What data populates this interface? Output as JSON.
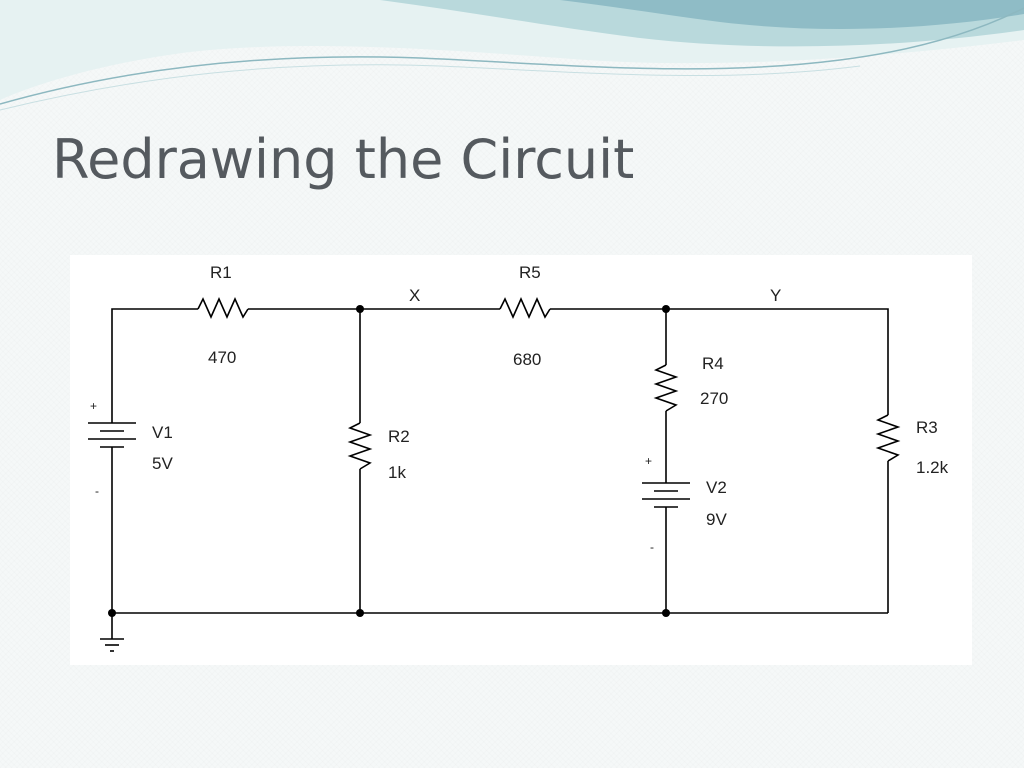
{
  "slide": {
    "title": "Redrawing the Circuit"
  },
  "theme": {
    "swoosh_light": "#d8ecec",
    "swoosh_mid": "#a9cfd3",
    "swoosh_dark": "#6fa6b3",
    "title_color": "#555a5f"
  },
  "circuit": {
    "nodes": {
      "x": "X",
      "y": "Y"
    },
    "r1": {
      "name": "R1",
      "value": "470"
    },
    "r5": {
      "name": "R5",
      "value": "680"
    },
    "r2": {
      "name": "R2",
      "value": "1k"
    },
    "r4": {
      "name": "R4",
      "value": "270"
    },
    "r3": {
      "name": "R3",
      "value": "1.2k"
    },
    "v1": {
      "name": "V1",
      "value": "5V",
      "plus": "+",
      "minus": "-"
    },
    "v2": {
      "name": "V2",
      "value": "9V",
      "plus": "+",
      "minus": "-"
    }
  }
}
